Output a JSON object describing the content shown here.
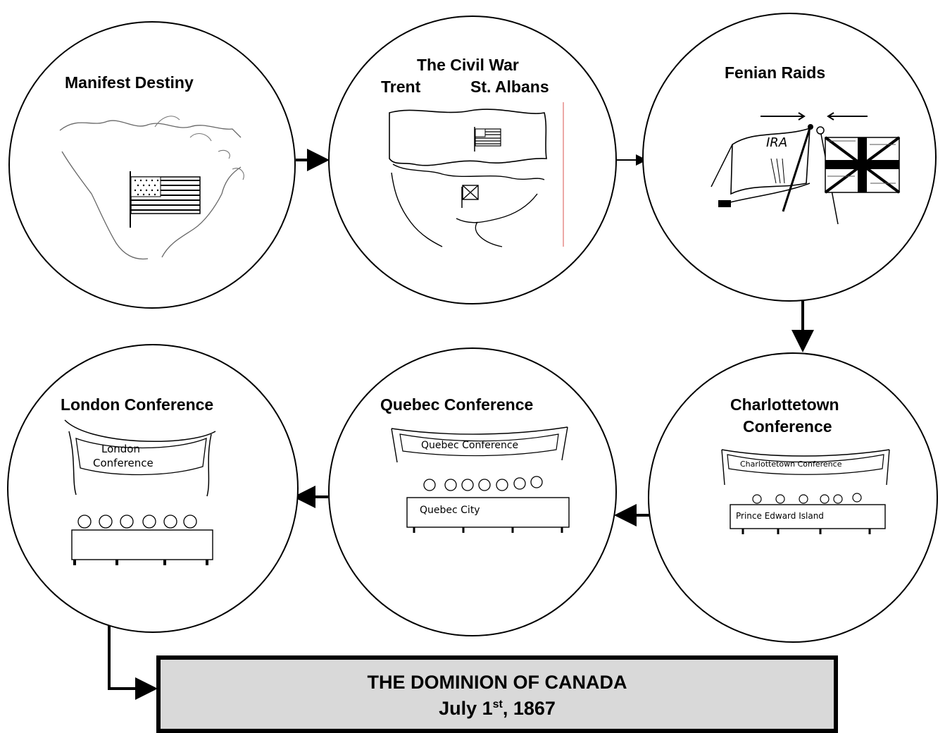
{
  "nodes": {
    "manifest_destiny": {
      "title": "Manifest Destiny"
    },
    "civil_war": {
      "title": "The Civil War",
      "subtitle_left": "Trent",
      "subtitle_right": "St. Albans"
    },
    "fenian_raids": {
      "title": "Fenian Raids",
      "flag_text": "IRA"
    },
    "charlottetown": {
      "title_line1": "Charlottetown",
      "title_line2": "Conference",
      "banner": "Charlottetown Conference",
      "table": "Prince Edward Island"
    },
    "quebec": {
      "title": "Quebec Conference",
      "banner": "Quebec Conference",
      "table": "Quebec City"
    },
    "london": {
      "title": "London Conference",
      "banner_line1": "London",
      "banner_line2": "Conference"
    }
  },
  "final": {
    "title": "THE DOMINION OF CANADA",
    "date_prefix": "July 1",
    "date_sup": "st",
    "date_suffix": ", 1867"
  }
}
